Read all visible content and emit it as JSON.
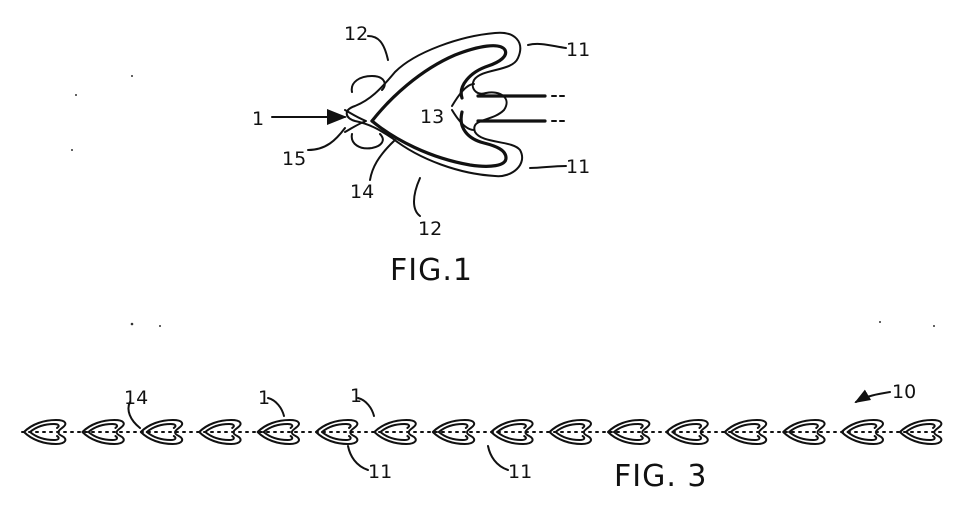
{
  "figures": {
    "fig1": {
      "caption": "FIG.1",
      "labels": {
        "l12_top": "12",
        "l11_top": "11",
        "l1": "1",
        "l13": "13",
        "l15": "15",
        "l11_bottom": "11",
        "l14": "14",
        "l12_bottom": "12"
      }
    },
    "fig3": {
      "caption": "FIG. 3",
      "links_count": 16,
      "labels": {
        "l14": "14",
        "l1_a": "1",
        "l1_b": "1",
        "l10": "10",
        "l11_a": "11",
        "l11_b": "11"
      }
    }
  }
}
